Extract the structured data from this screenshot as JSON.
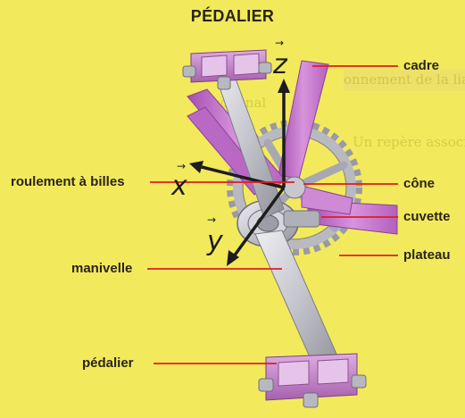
{
  "title": "PÉDALIER",
  "background_text": {
    "line1": "onnement de la liaison linéa",
    "line2": "sectional",
    "line3": "Un repère associe à 'xyz' l'el de"
  },
  "labels": {
    "cadre": "cadre",
    "cone": "cône",
    "cuvette": "cuvette",
    "plateau": "plateau",
    "roulement": "roulement à billes",
    "manivelle": "manivelle",
    "pedalier": "pédalier"
  },
  "axes": {
    "z": "z",
    "x": "x",
    "y": "y",
    "vector_arrow": "→"
  },
  "colors": {
    "background": "#f2ea5c",
    "frame_tube": "#c774cf",
    "frame_tube_dark": "#9b4aa6",
    "metal": "#c9c9cf",
    "metal_dark": "#8a8a94",
    "pedal": "#c486c9",
    "leader_line": "#e21b23",
    "axis_arrow": "#1d1d1d"
  }
}
